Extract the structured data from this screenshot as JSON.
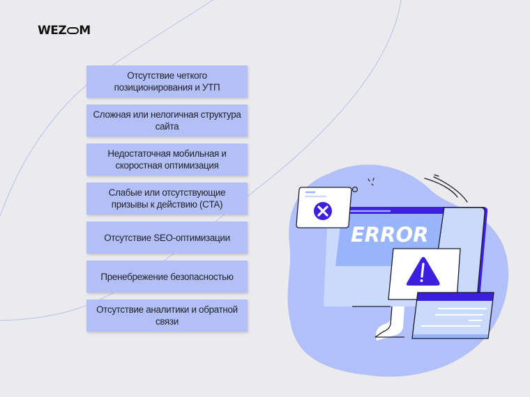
{
  "brand": {
    "logo_left": "WEZ",
    "logo_right": "M"
  },
  "issues": [
    {
      "label": "Отсутствие четкого позиционирования и УТП"
    },
    {
      "label": "Сложная или нелогичная структура сайта"
    },
    {
      "label": "Недостаточная мобильная и скоростная оптимизация"
    },
    {
      "label": "Слабые или отсутствующие призывы к действию (CTA)"
    },
    {
      "label": "Отсутствие SEO-оптимизации"
    },
    {
      "label": "Пренебрежение безопасностью"
    },
    {
      "label": "Отсутствие аналитики и обратной связи"
    }
  ],
  "illustration": {
    "screen_text": "ERROR",
    "icons": [
      "close-icon",
      "warning-icon"
    ]
  },
  "colors": {
    "background": "#ebebed",
    "box": "#b3c0f7",
    "blob": "#b1c0f8",
    "accent": "#3d1fe0",
    "screen": "#c9dafd",
    "screen_inner": "#98b4fb"
  }
}
